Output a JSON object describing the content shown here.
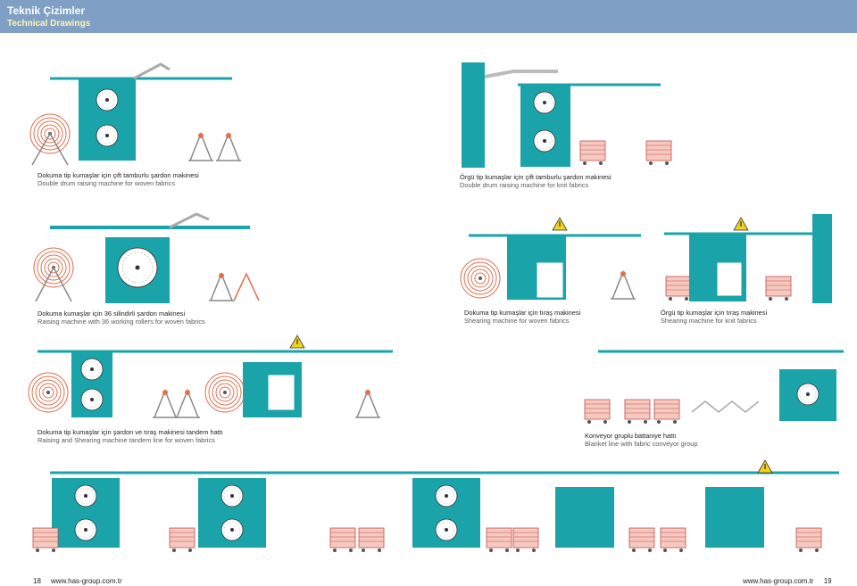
{
  "header": {
    "title_tr": "Teknik Çizimler",
    "title_en": "Technical Drawings"
  },
  "captions": [
    {
      "tr": "Dokuma tip kumaşlar için çift tamburlu şardon makinesi",
      "en": "Double drum raising machine for woven fabrics"
    },
    {
      "tr": "Örgü tip kumaşlar için çift tamburlu şardon makinesi",
      "en": "Double drum raising machine for knit fabrics"
    },
    {
      "tr": "Dokuma kumaşlar için 36 silindirli şardon makinesi",
      "en": "Raising machine with 36 working rollers for woven fabrics"
    },
    {
      "tr": "Dokuma tip kumaşlar için tıraş makinesi",
      "en": "Shearing machine for woven fabrics"
    },
    {
      "tr": "Örgü tip kumaşlar için tıraş makinesi",
      "en": "Shearing machine for knit fabrics"
    },
    {
      "tr": "Dokuma tip kumaşlar için şardon ve tıraş makinesi tandem hattı",
      "en": "Raising and Shearing machine tandem line for woven fabrics"
    },
    {
      "tr": "Konveyor gruplu battaniye hattı",
      "en": "Blanket line with fabric conveyor group"
    }
  ],
  "footer": {
    "left_page": "18",
    "left_url": "www.has-group.com.tr",
    "right_url": "www.has-group.com.tr",
    "right_page": "19"
  },
  "colors": {
    "header_bg": "#7f9fc4",
    "machine_teal": "#1aa3a8",
    "roll_red": "#e07050",
    "warning_yellow": "#f2d21b"
  }
}
